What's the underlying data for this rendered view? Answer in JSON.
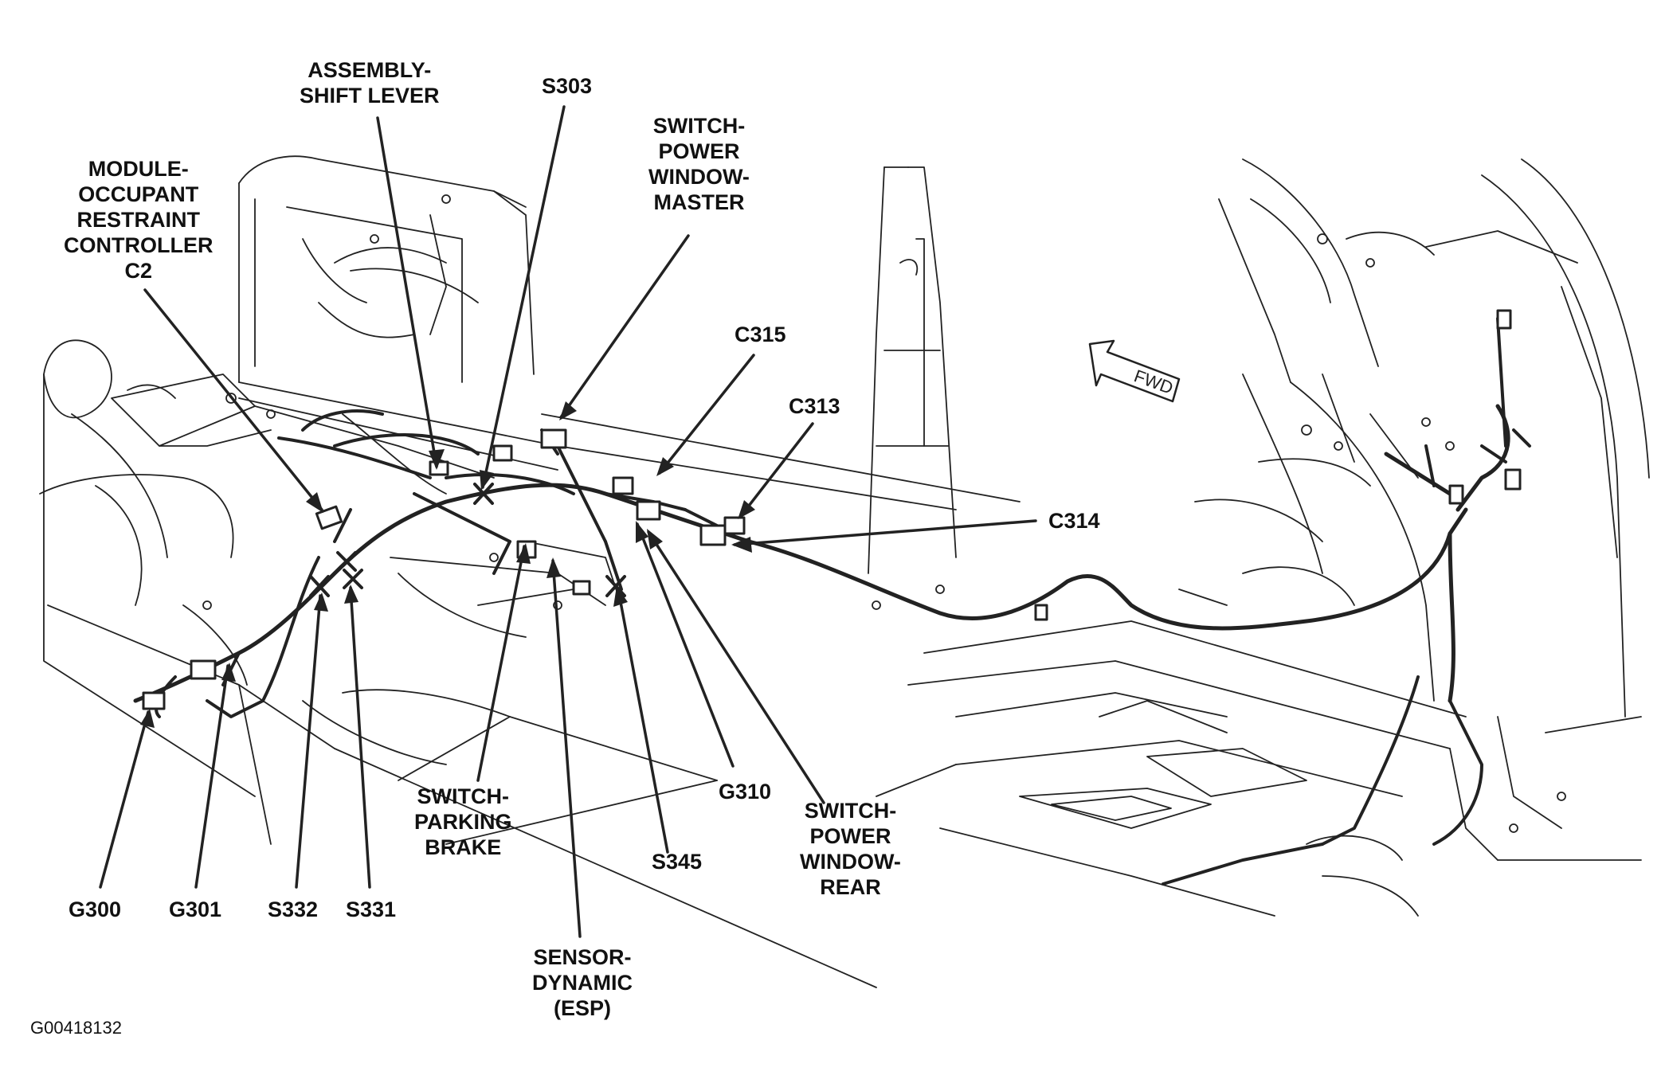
{
  "figure_id": "G00418132",
  "direction_indicator": "FWD",
  "labels": {
    "assembly_shift_lever": [
      "ASSEMBLY-",
      "SHIFT LEVER"
    ],
    "s303": [
      "S303"
    ],
    "switch_power_window_master": [
      "SWITCH-",
      "POWER",
      "WINDOW-",
      "MASTER"
    ],
    "module_occupant_restraint": [
      "MODULE-",
      "OCCUPANT",
      "RESTRAINT",
      "CONTROLLER",
      "C2"
    ],
    "c315": [
      "C315"
    ],
    "c313": [
      "C313"
    ],
    "c314": [
      "C314"
    ],
    "switch_parking_brake": [
      "SWITCH-",
      "PARKING",
      "BRAKE"
    ],
    "g310": [
      "G310"
    ],
    "switch_power_window_rear": [
      "SWITCH-",
      "POWER",
      "WINDOW-",
      "REAR"
    ],
    "s345": [
      "S345"
    ],
    "g300": [
      "G300"
    ],
    "g301": [
      "G301"
    ],
    "s332": [
      "S332"
    ],
    "s331": [
      "S331"
    ],
    "sensor_dynamic": [
      "SENSOR-",
      "DYNAMIC",
      "(ESP)"
    ]
  }
}
